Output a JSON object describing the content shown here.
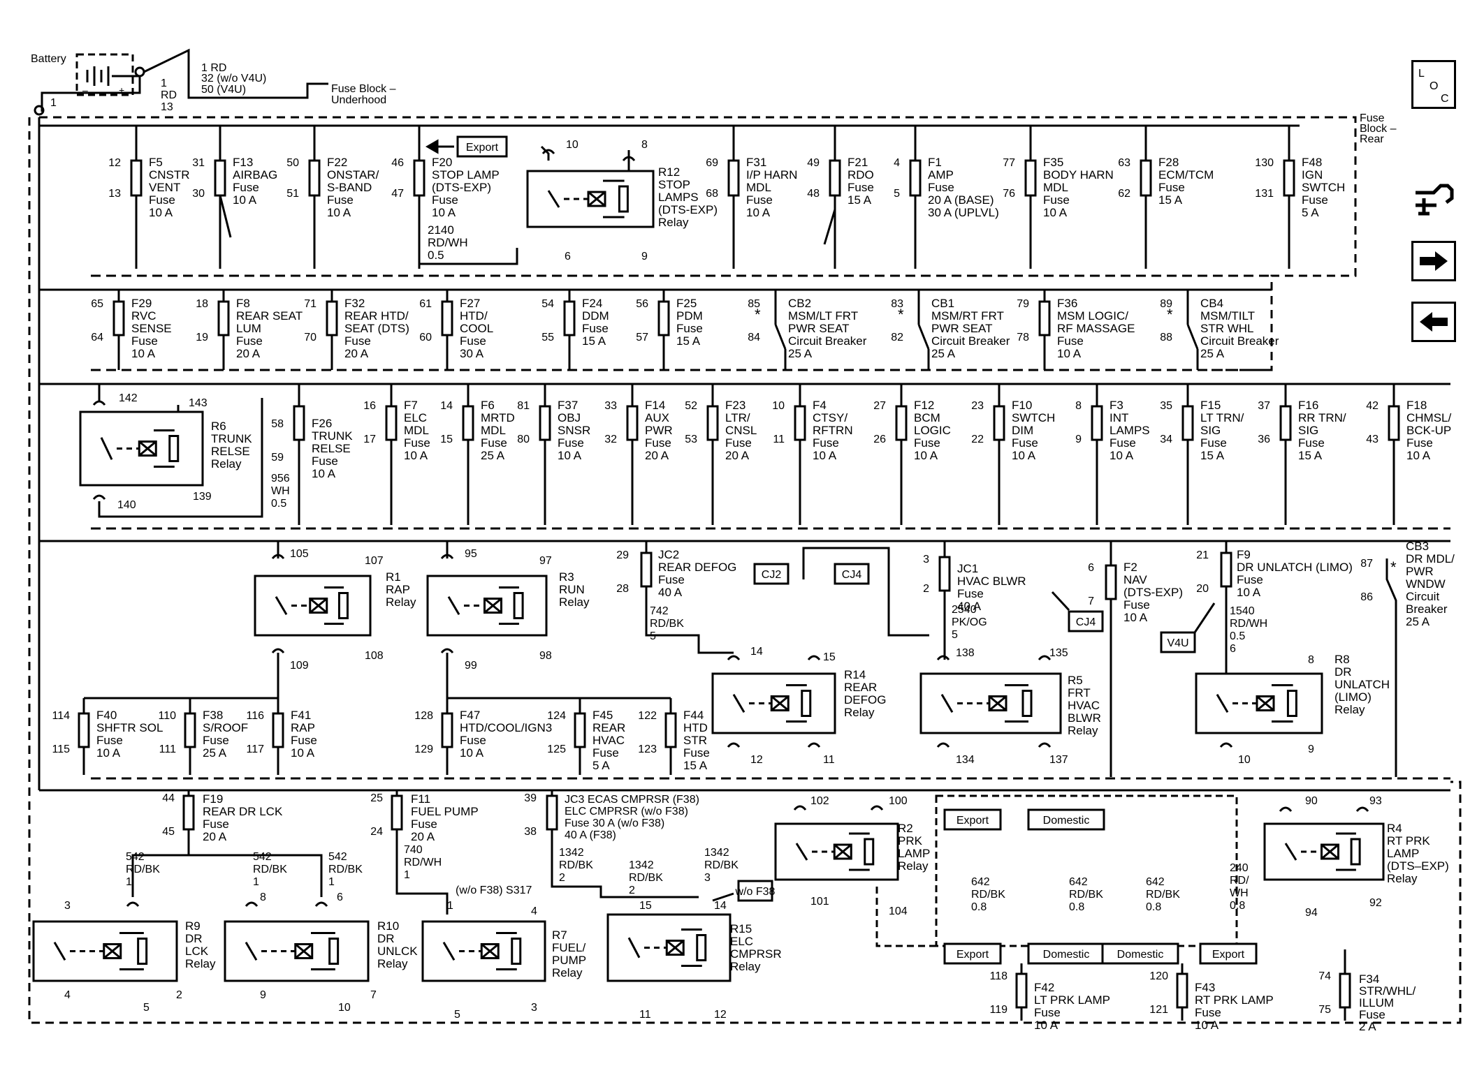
{
  "battery": {
    "label": "Battery",
    "pin": "1",
    "wire_lines": [
      "1 RD",
      "32 (w/o V4U)",
      "50 (V4U)"
    ],
    "feed_lines": [
      "1",
      "RD",
      "13"
    ]
  },
  "fuse_block_underhood": [
    "Fuse Block –",
    "Underhood"
  ],
  "fuse_block_rear": [
    "Fuse",
    "Block –",
    "Rear"
  ],
  "nav": {
    "loc_icon": "loc-icon",
    "connector_icon": "connector-view-icon",
    "next_icon": "arrow-right-icon",
    "prev_icon": "arrow-left-icon",
    "loc_letters": [
      "L",
      "O",
      "C"
    ]
  },
  "row1": [
    {
      "in": "12",
      "out": "13",
      "lines": [
        "F5",
        "CNSTR",
        "VENT",
        "Fuse",
        "10 A"
      ]
    },
    {
      "in": "31",
      "out": "30",
      "lines": [
        "F13",
        "AIRBAG",
        "Fuse",
        "10 A"
      ]
    },
    {
      "in": "50",
      "out": "51",
      "lines": [
        "F22",
        "ONSTAR/",
        "S-BAND",
        "Fuse",
        "10 A"
      ]
    },
    {
      "in": "46",
      "out": "47",
      "lines": [
        "F20",
        "STOP LAMP",
        "(DTS-EXP)",
        "Fuse",
        "10 A"
      ],
      "wire": [
        "2140",
        "RD/WH",
        "0.5"
      ]
    },
    {
      "in": "69",
      "out": "68",
      "lines": [
        "F31",
        "I/P HARN",
        "MDL",
        "Fuse",
        "10 A"
      ]
    },
    {
      "in": "49",
      "out": "48",
      "lines": [
        "F21",
        "RDO",
        "Fuse",
        "15 A"
      ]
    },
    {
      "in": "4",
      "out": "5",
      "lines": [
        "F1",
        "AMP",
        "Fuse",
        "20 A (BASE)",
        "30 A (UPLVL)"
      ]
    },
    {
      "in": "77",
      "out": "76",
      "lines": [
        "F35",
        "BODY HARN",
        "MDL",
        "Fuse",
        "10 A"
      ]
    },
    {
      "in": "63",
      "out": "62",
      "lines": [
        "F28",
        "ECM/TCM",
        "Fuse",
        "15 A"
      ]
    },
    {
      "in": "130",
      "out": "131",
      "lines": [
        "F48",
        "IGN",
        "SWTCH",
        "Fuse",
        "5 A"
      ]
    }
  ],
  "export_label": "Export",
  "r12": {
    "lines": [
      "R12",
      "STOP",
      "LAMPS",
      "(DTS-EXP)",
      "Relay"
    ],
    "pins": [
      "10",
      "8",
      "6",
      "9"
    ]
  },
  "row2": [
    {
      "in": "65",
      "out": "64",
      "lines": [
        "F29",
        "RVC",
        "SENSE",
        "Fuse",
        "10 A"
      ]
    },
    {
      "in": "18",
      "out": "19",
      "lines": [
        "F8",
        "REAR SEAT",
        "LUM",
        "Fuse",
        "20 A"
      ]
    },
    {
      "in": "71",
      "out": "70",
      "lines": [
        "F32",
        "REAR HTD/",
        "SEAT (DTS)",
        "Fuse",
        "20 A"
      ]
    },
    {
      "in": "61",
      "out": "60",
      "lines": [
        "F27",
        "HTD/",
        "COOL",
        "Fuse",
        "30 A"
      ]
    },
    {
      "in": "54",
      "out": "55",
      "lines": [
        "F24",
        "DDM",
        "Fuse",
        "15 A"
      ]
    },
    {
      "in": "56",
      "out": "57",
      "lines": [
        "F25",
        "PDM",
        "Fuse",
        "15 A"
      ]
    },
    {
      "in": "85",
      "out": "84",
      "lines": [
        "CB2",
        "MSM/LT FRT",
        "PWR SEAT",
        "Circuit Breaker",
        "25 A"
      ]
    },
    {
      "in": "83",
      "out": "82",
      "lines": [
        "CB1",
        "MSM/RT FRT",
        "PWR SEAT",
        "Circuit Breaker",
        "25 A"
      ]
    },
    {
      "in": "79",
      "out": "78",
      "lines": [
        "F36",
        "MSM LOGIC/",
        "RF MASSAGE",
        "Fuse",
        "10 A"
      ]
    },
    {
      "in": "89",
      "out": "88",
      "lines": [
        "CB4",
        "MSM/TILT",
        "STR WHL",
        "Circuit Breaker",
        "25 A"
      ]
    }
  ],
  "row3": [
    {
      "in": "58",
      "out": "59",
      "lines": [
        "F26",
        "TRUNK",
        "RELSE",
        "Fuse",
        "10 A"
      ],
      "wire": [
        "956",
        "WH",
        "0.5"
      ]
    },
    {
      "in": "16",
      "out": "17",
      "lines": [
        "F7",
        "ELC",
        "MDL",
        "Fuse",
        "10 A"
      ]
    },
    {
      "in": "14",
      "out": "15",
      "lines": [
        "F6",
        "MRTD",
        "MDL",
        "Fuse",
        "25 A"
      ]
    },
    {
      "in": "81",
      "out": "80",
      "lines": [
        "F37",
        "OBJ",
        "SNSR",
        "Fuse",
        "10 A"
      ]
    },
    {
      "in": "33",
      "out": "32",
      "lines": [
        "F14",
        "AUX",
        "PWR",
        "Fuse",
        "20 A"
      ]
    },
    {
      "in": "52",
      "out": "53",
      "lines": [
        "F23",
        "LTR/",
        "CNSL",
        "Fuse",
        "20 A"
      ]
    },
    {
      "in": "10",
      "out": "11",
      "lines": [
        "F4",
        "CTSY/",
        "RFTRN",
        "Fuse",
        "10 A"
      ]
    },
    {
      "in": "27",
      "out": "26",
      "lines": [
        "F12",
        "BCM",
        "LOGIC",
        "Fuse",
        "10 A"
      ]
    },
    {
      "in": "23",
      "out": "22",
      "lines": [
        "F10",
        "SWTCH",
        "DIM",
        "Fuse",
        "10 A"
      ]
    },
    {
      "in": "8",
      "out": "9",
      "lines": [
        "F3",
        "INT",
        "LAMPS",
        "Fuse",
        "10 A"
      ]
    },
    {
      "in": "35",
      "out": "34",
      "lines": [
        "F15",
        "LT TRN/",
        "SIG",
        "Fuse",
        "15 A"
      ]
    },
    {
      "in": "37",
      "out": "36",
      "lines": [
        "F16",
        "RR TRN/",
        "SIG",
        "Fuse",
        "15 A"
      ]
    },
    {
      "in": "42",
      "out": "43",
      "lines": [
        "F18",
        "CHMSL/",
        "BCK-UP",
        "Fuse",
        "10 A"
      ]
    }
  ],
  "r6": {
    "lines": [
      "R6",
      "TRUNK",
      "RELSE",
      "Relay"
    ],
    "pins": [
      "142",
      "143",
      "140",
      "139"
    ]
  },
  "row4": {
    "r1": {
      "lines": [
        "R1",
        "RAP",
        "Relay"
      ],
      "pins": [
        "105",
        "107",
        "109",
        "108"
      ]
    },
    "r3": {
      "lines": [
        "R3",
        "RUN",
        "Relay"
      ],
      "pins": [
        "95",
        "97",
        "99",
        "98"
      ]
    },
    "jc2": {
      "in": "29",
      "out": "28",
      "lines": [
        "JC2",
        "REAR DEFOG",
        "Fuse",
        "40 A"
      ],
      "wire": [
        "742",
        "RD/BK",
        "5"
      ]
    },
    "cj2": "CJ2",
    "cj4": "CJ4",
    "jc1": {
      "in": "3",
      "out": "2",
      "lines": [
        "JC1",
        "HVAC BLWR",
        "Fuse",
        "40 A"
      ],
      "wire": [
        "2540",
        "PK/OG",
        "5"
      ]
    },
    "cj4b": "CJ4",
    "r14": {
      "lines": [
        "R14",
        "REAR",
        "DEFOG",
        "Relay"
      ],
      "pins": [
        "14",
        "15",
        "12",
        "11"
      ]
    },
    "r5": {
      "lines": [
        "R5",
        "FRT",
        "HVAC",
        "BLWR",
        "Relay"
      ],
      "pins": [
        "138",
        "135",
        "134",
        "137"
      ]
    },
    "f2": {
      "in": "6",
      "out": "7",
      "lines": [
        "F2",
        "NAV",
        "(DTS-EXP)",
        "Fuse",
        "10 A"
      ]
    },
    "f9": {
      "in": "21",
      "out": "20",
      "lines": [
        "F9",
        "DR UNLATCH (LIMO)",
        "Fuse",
        "10 A"
      ],
      "wire": [
        "1540",
        "RD/WH",
        "0.5",
        "6"
      ]
    },
    "v4u": "V4U",
    "r8": {
      "lines": [
        "R8",
        "DR",
        "UNLATCH",
        "(LIMO)",
        "Relay"
      ],
      "pins": [
        "8",
        "10",
        "9"
      ]
    },
    "cb3": {
      "in": "87",
      "out": "86",
      "lines": [
        "CB3",
        "DR MDL/",
        "PWR",
        "WNDW",
        "Circuit",
        "Breaker",
        "25 A"
      ]
    },
    "f40": {
      "in": "114",
      "out": "115",
      "lines": [
        "F40",
        "SHFTR SOL",
        "Fuse",
        "10 A"
      ]
    },
    "f38": {
      "in": "110",
      "out": "111",
      "lines": [
        "F38",
        "S/ROOF",
        "Fuse",
        "25 A"
      ]
    },
    "f41": {
      "in": "116",
      "out": "117",
      "lines": [
        "F41",
        "RAP",
        "Fuse",
        "10 A"
      ]
    },
    "f47": {
      "in": "128",
      "out": "129",
      "lines": [
        "F47",
        "HTD/COOL/IGN3",
        "Fuse",
        "10 A"
      ]
    },
    "f45": {
      "in": "124",
      "out": "125",
      "lines": [
        "F45",
        "REAR",
        "HVAC",
        "Fuse",
        "5 A"
      ]
    },
    "f44": {
      "in": "122",
      "out": "123",
      "lines": [
        "F44",
        "HTD",
        "STR",
        "Fuse",
        "15 A"
      ]
    }
  },
  "row5": {
    "f19": {
      "in": "44",
      "out": "45",
      "lines": [
        "F19",
        "REAR DR LCK",
        "Fuse",
        "20 A"
      ]
    },
    "w542a": [
      "542",
      "RD/BK",
      "1"
    ],
    "w542b": [
      "542",
      "RD/BK",
      "1"
    ],
    "w542c": [
      "542",
      "RD/BK",
      "1"
    ],
    "r9": {
      "lines": [
        "R9",
        "DR",
        "LCK",
        "Relay"
      ],
      "pins": [
        "3",
        "4",
        "2",
        "5"
      ]
    },
    "r10": {
      "lines": [
        "R10",
        "DR",
        "UNLCK",
        "Relay"
      ],
      "pins": [
        "8",
        "6",
        "9",
        "7",
        "10"
      ]
    },
    "f11": {
      "in": "25",
      "out": "24",
      "lines": [
        "F11",
        "FUEL PUMP",
        "Fuse",
        "20 A"
      ],
      "wire": [
        "740",
        "RD/WH",
        "1"
      ]
    },
    "s317": "(w/o F38) S317",
    "r7": {
      "lines": [
        "R7",
        "FUEL/",
        "PUMP",
        "Relay"
      ],
      "pins": [
        "1",
        "4",
        "5",
        "3"
      ]
    },
    "jc3": {
      "in": "39",
      "out": "38",
      "lines": [
        "JC3 ECAS CMPRSR (F38)",
        "ELC CMPRSR (w/o F38)",
        "Fuse 30 A (w/o F38)",
        "40 A (F38)"
      ]
    },
    "w1342a": [
      "1342",
      "RD/BK",
      "2"
    ],
    "w1342b": [
      "1342",
      "RD/BK",
      "2"
    ],
    "w1342c": [
      "1342",
      "RD/BK",
      "3"
    ],
    "wo_f38": [
      "w/o",
      "F38"
    ],
    "r15": {
      "lines": [
        "R15",
        "ELC",
        "CMPRSR",
        "Relay"
      ],
      "pins": [
        "15",
        "14",
        "11",
        "12"
      ]
    },
    "r2": {
      "lines": [
        "R2",
        "PRK",
        "LAMP",
        "Relay"
      ],
      "pins": [
        "102",
        "100",
        "101",
        "104"
      ]
    },
    "export": "Export",
    "domestic": "Domestic",
    "w642a": [
      "642",
      "RD/BK",
      "0.8"
    ],
    "w642b": [
      "642",
      "RD/BK",
      "0.8"
    ],
    "w642c": [
      "642",
      "RD/BK",
      "0.8"
    ],
    "f42": {
      "in": "118",
      "out": "119",
      "lines": [
        "F42",
        "LT PRK LAMP",
        "Fuse",
        "10 A"
      ]
    },
    "f43": {
      "in": "120",
      "out": "121",
      "lines": [
        "F43",
        "RT PRK LAMP",
        "Fuse",
        "10 A"
      ]
    },
    "r4": {
      "lines": [
        "R4",
        "RT PRK",
        "LAMP",
        "(DTS–EXP)",
        "Relay"
      ],
      "pins": [
        "90",
        "93",
        "94",
        "92"
      ]
    },
    "w240": [
      "240",
      "RD/",
      "WH",
      "0.8"
    ],
    "f34": {
      "in": "74",
      "out": "75",
      "lines": [
        "F34",
        "STR/WHL/",
        "ILLUM",
        "Fuse",
        "2 A"
      ]
    }
  }
}
